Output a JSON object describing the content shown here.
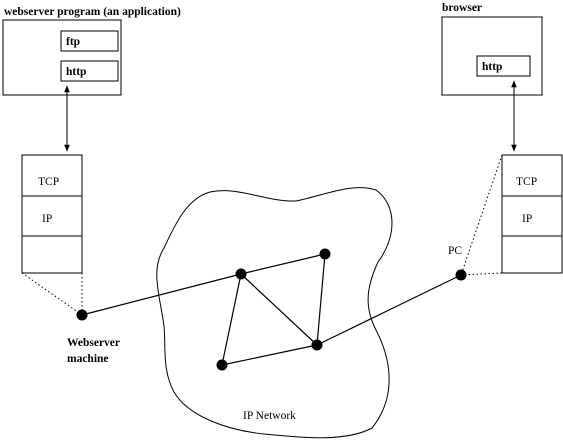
{
  "webserver_box": {
    "title": "webserver program (an application)",
    "apps": [
      "ftp",
      "http"
    ]
  },
  "browser_box": {
    "title": "browser",
    "apps": [
      "http"
    ]
  },
  "server_stack": {
    "layers": [
      "TCP",
      "IP",
      ""
    ]
  },
  "pc_stack": {
    "layers": [
      "TCP",
      "IP",
      ""
    ]
  },
  "network": {
    "label": "IP Network"
  },
  "nodes": {
    "webserver_label_line1": "Webserver",
    "webserver_label_line2": "machine",
    "pc_label": "PC"
  },
  "colors": {
    "stroke": "#000000",
    "background": "#ffffff"
  }
}
